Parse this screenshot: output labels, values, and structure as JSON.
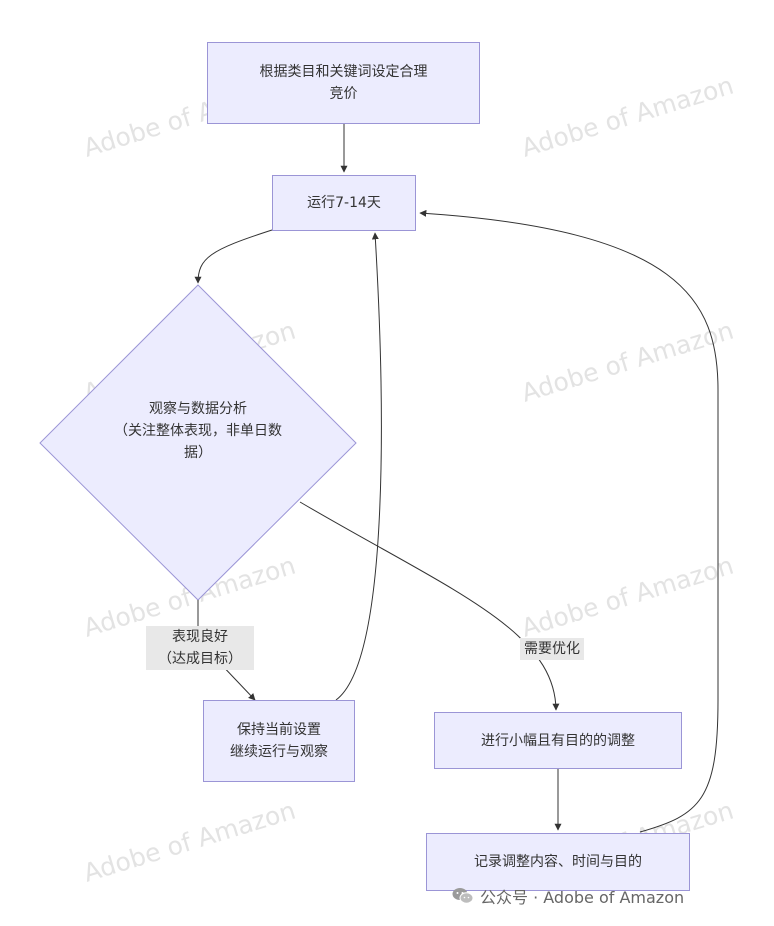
{
  "watermarks": [
    "Adobe of Amazon",
    "Adobe of Amazon",
    "Adobe of Amazon",
    "Adobe of Amazon",
    "Adobe of Amazon",
    "Adobe of Amazon",
    "Adobe of Amazon",
    "Adobe of Amazon"
  ],
  "nodes": {
    "set_bid": {
      "line1": "根据类目和关键词设定合理",
      "line2": "竞价"
    },
    "run": {
      "label": "运行7-14天"
    },
    "analyze": {
      "line1": "观察与数据分析",
      "line2": "（关注整体表现，非单日数",
      "line3": "据）"
    },
    "keep": {
      "line1": "保持当前设置",
      "line2": "继续运行与观察"
    },
    "adjust": {
      "label": "进行小幅且有目的的调整"
    },
    "record": {
      "label": "记录调整内容、时间与目的"
    }
  },
  "edges": {
    "good": {
      "line1": "表现良好",
      "line2": "（达成目标）"
    },
    "need": {
      "label": "需要优化"
    }
  },
  "footer": {
    "icon": "wechat-icon",
    "text": "公众号 · Adobe of Amazon"
  },
  "colors": {
    "node_fill": "#ececfe",
    "node_border": "#9b95d6",
    "edge": "#333333",
    "label_bg": "#e8e8e8"
  }
}
